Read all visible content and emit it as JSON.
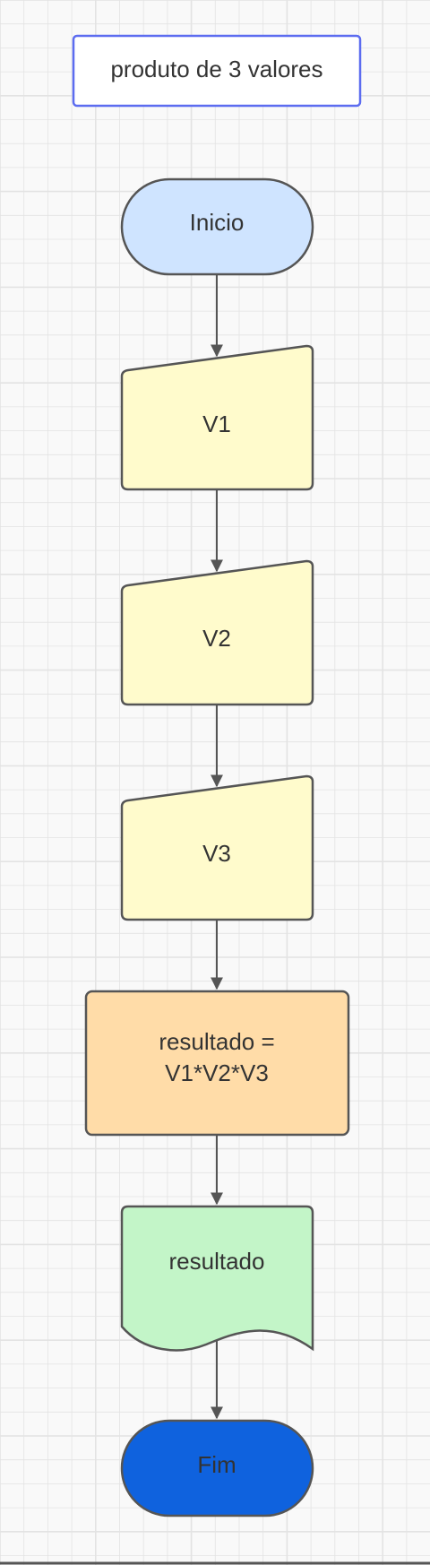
{
  "title": {
    "text": "produto de 3 valores",
    "border_color": "#5c6cf0"
  },
  "nodes": {
    "start": {
      "text": "Inicio",
      "fill": "#cfe4ff"
    },
    "input_v1": {
      "text": "V1",
      "fill": "#fffbcc"
    },
    "input_v2": {
      "text": "V2",
      "fill": "#fffbcc"
    },
    "input_v3": {
      "text": "V3",
      "fill": "#fffbcc"
    },
    "process": {
      "line1": "resultado =",
      "line2": "V1*V2*V3",
      "fill": "#ffdca8"
    },
    "output": {
      "text": "resultado",
      "fill": "#c3f5c8"
    },
    "end": {
      "text": "Fim",
      "fill": "#0f62de"
    }
  },
  "colors": {
    "stroke": "#555555",
    "grid": "#e3e3e3",
    "background": "#f9f9f9"
  }
}
